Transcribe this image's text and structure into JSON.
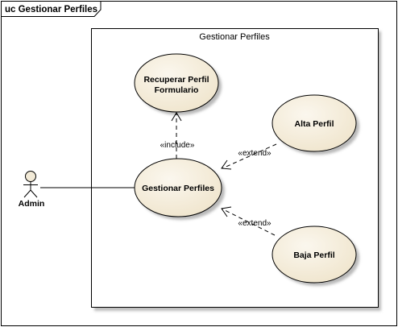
{
  "frame": {
    "title": "uc Gestionar Perfiles"
  },
  "boundary": {
    "title": "Gestionar Perfiles"
  },
  "actor": {
    "name": "Admin"
  },
  "use_cases": {
    "recuperar": [
      "Recuperar Perfil",
      "Formulario"
    ],
    "gestionar": "Gestionar Perfiles",
    "alta": "Alta Perfil",
    "baja": "Baja Perfil"
  },
  "relations": {
    "include": "«include»",
    "extend_alta": "«extend»",
    "extend_baja": "«extend»"
  },
  "colors": {
    "usecase_fill": "#f2ead7",
    "stroke": "#000000",
    "shadow": "#b9b9b9"
  }
}
